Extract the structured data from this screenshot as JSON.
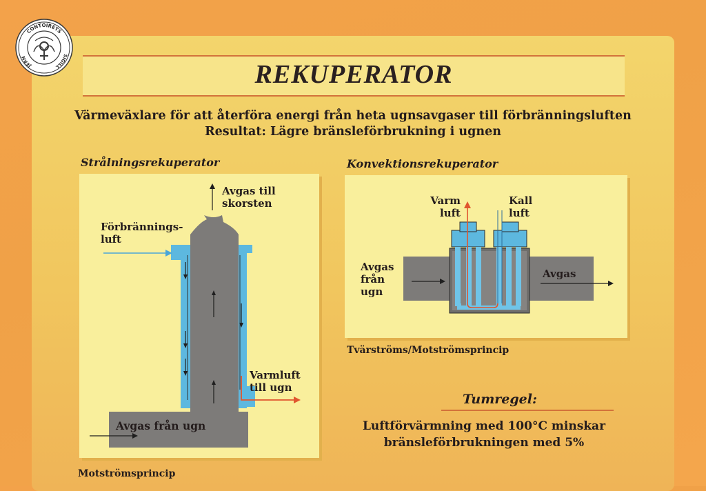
{
  "seal": {
    "top": "CONTOIRETS",
    "left": "JERN",
    "right": "SIGILL",
    "symbol": "iron-symbol"
  },
  "title": "REKUPERATOR",
  "subtitle_line1": "Värmeväxlare för att återföra energi från heta ugnsavgaser till förbränningsluften",
  "subtitle_line2": "Resultat: Lägre bränsleförbrukning i ugnen",
  "left_diagram": {
    "heading": "Strålningsrekuperator",
    "label_exhaust_out_1": "Avgas till",
    "label_exhaust_out_2": "skorsten",
    "label_combustion_1": "Förbrännings-",
    "label_combustion_2": "luft",
    "label_warm_air_1": "Varmluft",
    "label_warm_air_2": "till ugn",
    "label_exhaust_in": "Avgas från ugn",
    "caption": "Motströmsprincip"
  },
  "right_diagram": {
    "heading": "Konvektionsrekuperator",
    "label_warm_1": "Varm",
    "label_warm_2": "luft",
    "label_cold_1": "Kall",
    "label_cold_2": "luft",
    "label_exhaust_in_1": "Avgas",
    "label_exhaust_in_2": "från",
    "label_exhaust_in_3": "ugn",
    "label_exhaust_out": "Avgas",
    "caption": "Tvärströms/Motströmsprincip"
  },
  "rule_of_thumb": {
    "heading": "Tumregel:",
    "line1": "Luftförvärmning med 100°C minskar",
    "line2": "bränsleförbrukningen med 5%"
  },
  "colors": {
    "pipe": "#7d7b79",
    "cold_air": "#57b7e2",
    "warm_air": "#e0562f",
    "accent": "#d3723a"
  }
}
